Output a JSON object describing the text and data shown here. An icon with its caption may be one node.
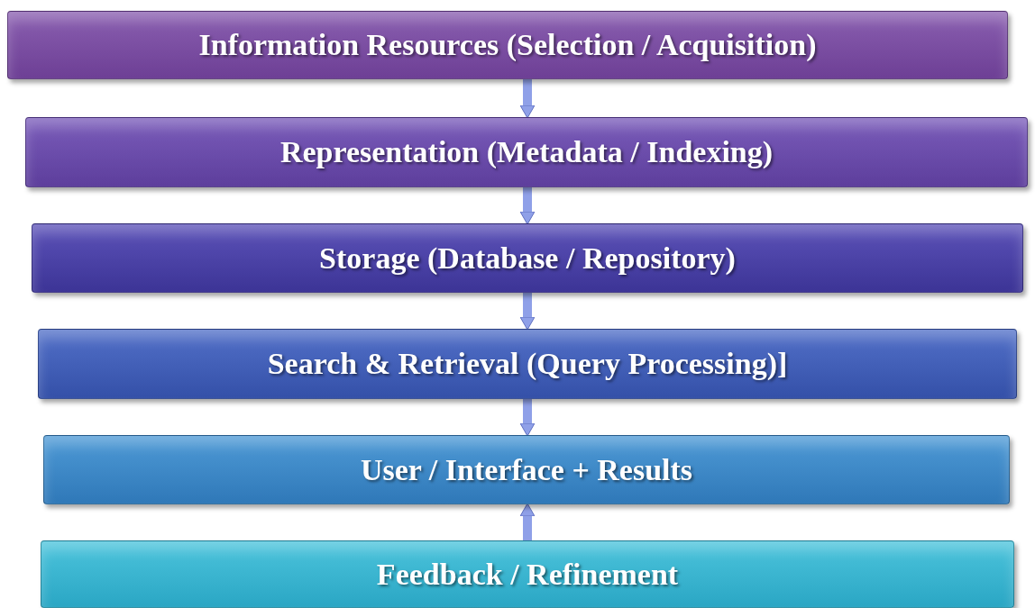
{
  "diagram": {
    "nodes": [
      {
        "text": [
          "Information Resources (Selection / Acquisition)"
        ]
      },
      {
        "text": [
          "Representation (Metadata / Indexing)"
        ]
      },
      {
        "text": [
          "Storage (Database / Repository)"
        ]
      },
      {
        "text": [
          "Search & Retrieval (Query Processing)]"
        ]
      },
      {
        "text": [
          "User / Interface + Results"
        ]
      },
      {
        "text": [
          "Feedback / Refinement"
        ]
      }
    ],
    "edges": [
      {
        "from": 0,
        "to": 1,
        "arrow": "to"
      },
      {
        "from": 1,
        "to": 2,
        "arrow": "to"
      },
      {
        "from": 2,
        "to": 3,
        "arrow": "to"
      },
      {
        "from": 3,
        "to": 4,
        "arrow": "to"
      },
      {
        "from": 5,
        "to": 4,
        "arrow": "to"
      }
    ]
  }
}
